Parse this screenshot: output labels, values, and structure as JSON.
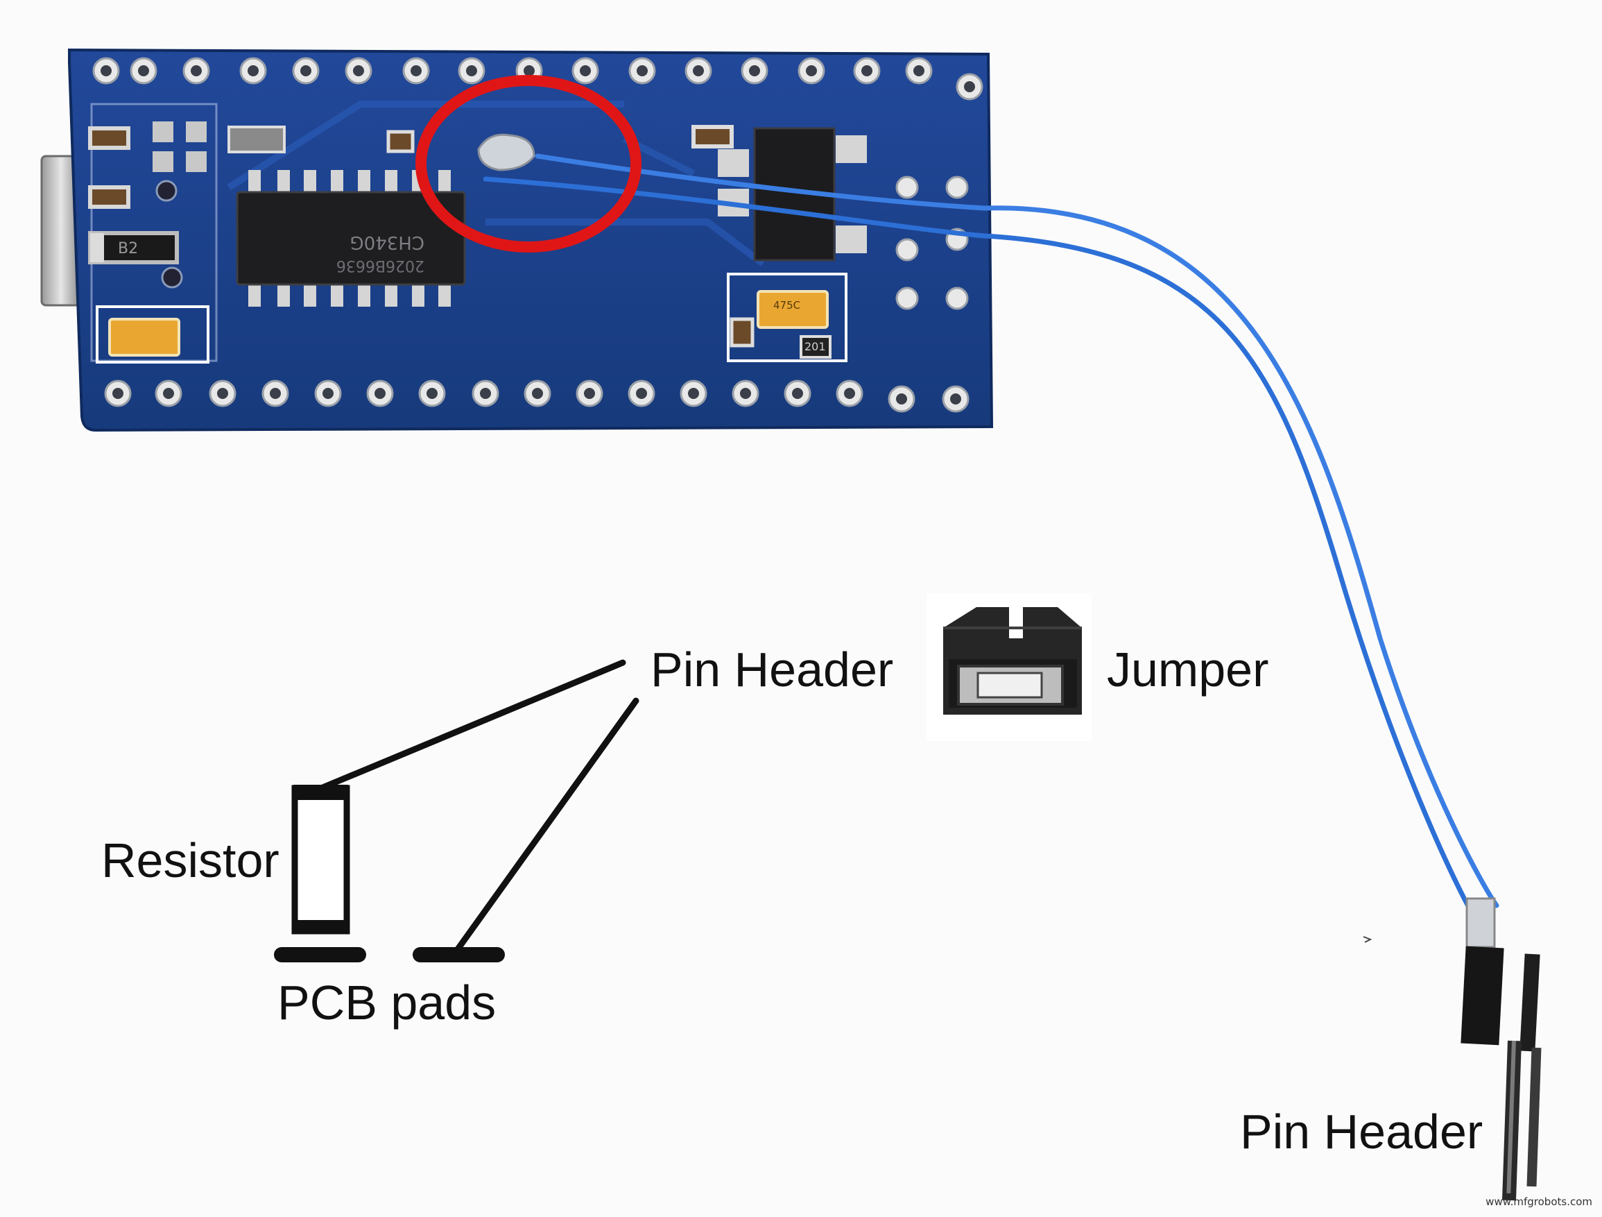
{
  "labels": {
    "pin_header_top": "Pin Header",
    "jumper": "Jumper",
    "resistor": "Resistor",
    "pcb_pads": "PCB pads",
    "pin_header_bottom": "Pin Header"
  },
  "board": {
    "chip_main": "CH340G",
    "chip_lot": "2026B6636",
    "diode": "B2",
    "tantalum_right": "475C",
    "resistor_smd": "201"
  },
  "watermark": "www.mfgrobots.com",
  "colors": {
    "pcb_blue": "#1c3f86",
    "wire_blue": "#2c6fd6",
    "highlight_red": "#e01616",
    "ink": "#111111",
    "background": "#fbfbfb"
  },
  "icons": [
    "jumper-icon",
    "pin-header-icon"
  ]
}
